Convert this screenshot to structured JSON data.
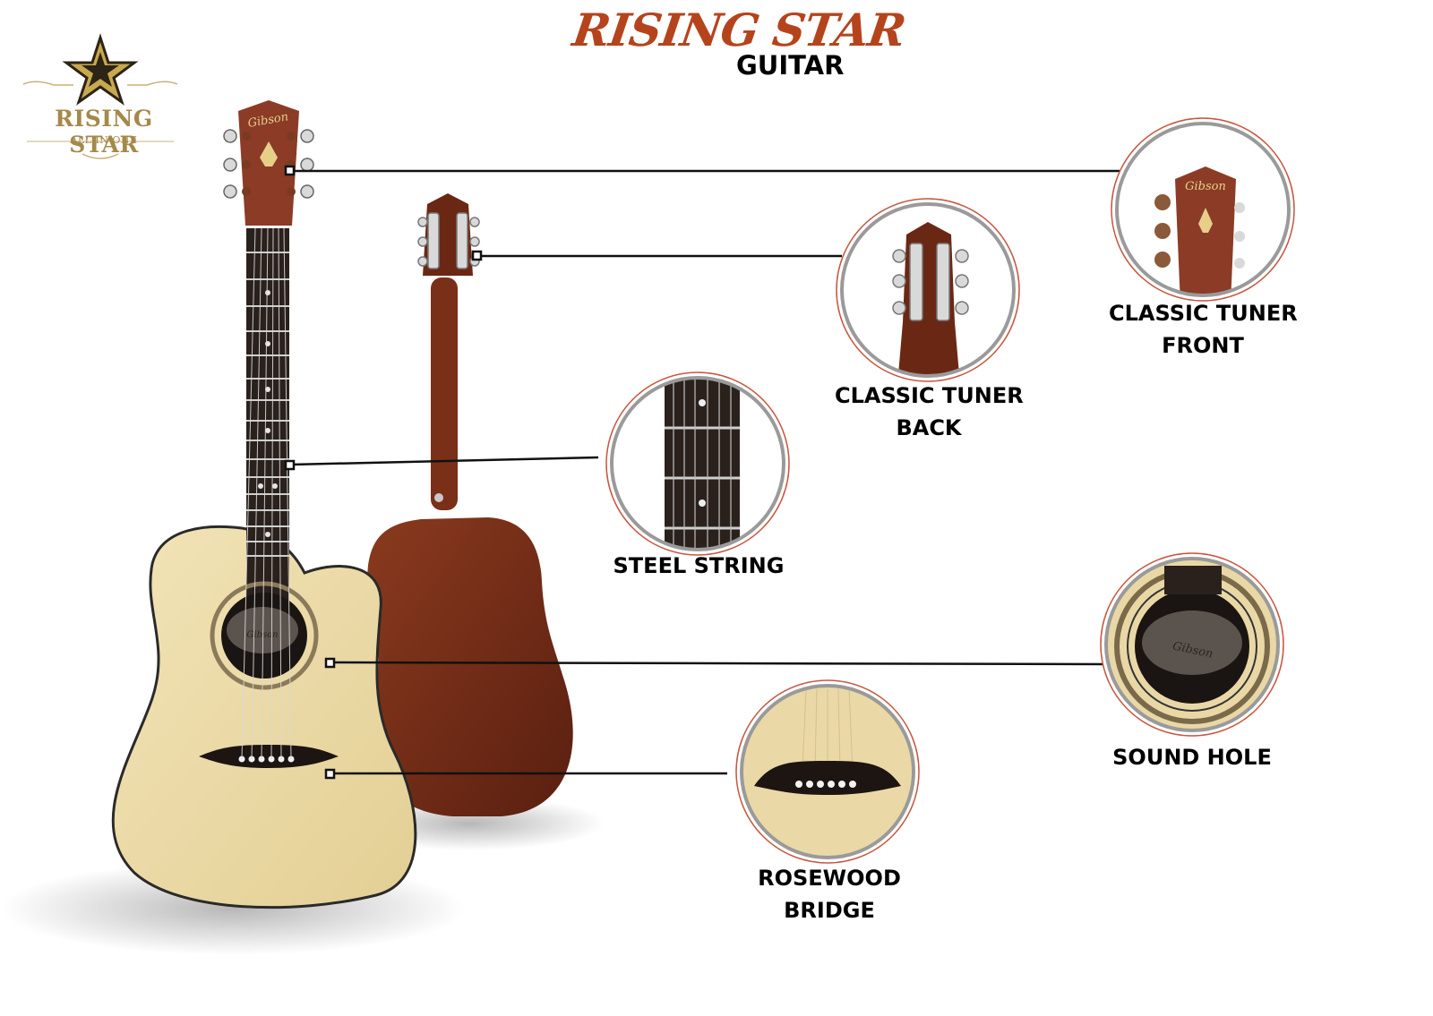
{
  "header": {
    "title": "RISING STAR",
    "subtitle": "GUITAR"
  },
  "logo": {
    "brand": "RISING STAR",
    "tagline": "ALL IN ONE",
    "icon": "star-icon"
  },
  "guitar_front": {
    "headstock_brand": "Gibson",
    "soundhole_label_brand": "Gibson"
  },
  "features": [
    {
      "line1": "CLASSIC TUNER",
      "line2": "FRONT"
    },
    {
      "line1": "CLASSIC TUNER",
      "line2": "BACK"
    },
    {
      "line1": "STEEL STRING",
      "line2": ""
    },
    {
      "line1": "SOUND HOLE",
      "line2": ""
    },
    {
      "line1": "ROSEWOOD",
      "line2": "BRIDGE"
    }
  ],
  "colors": {
    "title": "#b5441d",
    "logo_gold": "#a4894a",
    "spruce_top": "#e9d8a6",
    "mahogany": "#6b2a16",
    "rosewood": "#3a2a24",
    "callout_ring": "#c8553d"
  }
}
